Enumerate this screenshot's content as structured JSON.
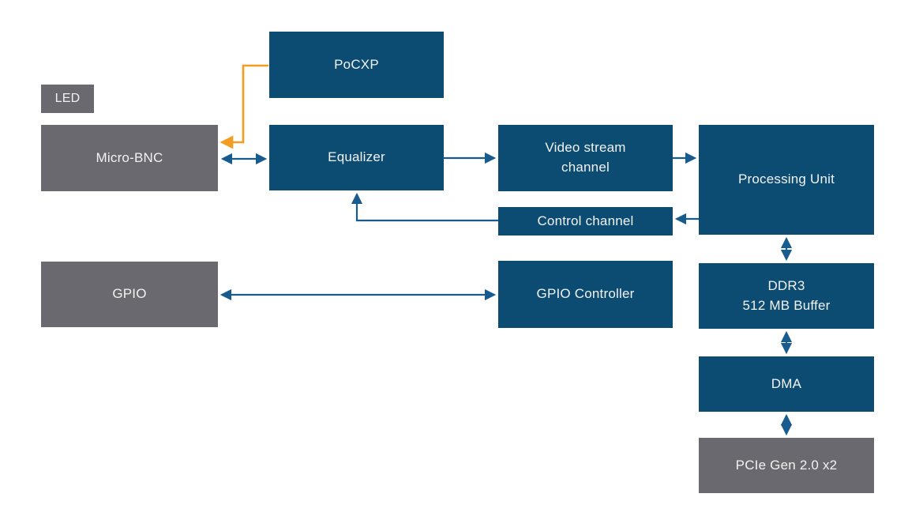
{
  "diagram": {
    "colors": {
      "module_fill": "#0d4c72",
      "io_fill": "#6a6970",
      "arrow_blue": "#185b8f",
      "arrow_orange": "#f59d20",
      "text": "#f2f2f2",
      "background": "#ffffff"
    },
    "nodes": {
      "led": {
        "label": "LED",
        "kind": "io"
      },
      "micro_bnc": {
        "label": "Micro-BNC",
        "kind": "io"
      },
      "pocxp": {
        "label": "PoCXP",
        "kind": "module"
      },
      "equalizer": {
        "label": "Equalizer",
        "kind": "module"
      },
      "video_stream_channel": {
        "label": "Video stream\nchannel",
        "kind": "module"
      },
      "control_channel": {
        "label": "Control channel",
        "kind": "module"
      },
      "processing_unit": {
        "label": "Processing Unit",
        "kind": "module"
      },
      "gpio": {
        "label": "GPIO",
        "kind": "io"
      },
      "gpio_controller": {
        "label": "GPIO Controller",
        "kind": "module"
      },
      "ddr3": {
        "label": "DDR3\n512 MB Buffer",
        "kind": "module"
      },
      "dma": {
        "label": "DMA",
        "kind": "module"
      },
      "pcie": {
        "label": "PCIe Gen 2.0 x2",
        "kind": "io"
      }
    },
    "connections": [
      {
        "from": "PoCXP",
        "to": "Micro-BNC",
        "arrow": "single",
        "color": "orange"
      },
      {
        "from": "Micro-BNC",
        "to": "Equalizer",
        "arrow": "double",
        "color": "blue"
      },
      {
        "from": "Equalizer",
        "to": "Video stream channel",
        "arrow": "single",
        "color": "blue"
      },
      {
        "from": "Video stream channel",
        "to": "Processing Unit",
        "arrow": "single",
        "color": "blue"
      },
      {
        "from": "Processing Unit",
        "to": "Control channel",
        "arrow": "single",
        "color": "blue"
      },
      {
        "from": "Control channel",
        "to": "Equalizer",
        "arrow": "single",
        "color": "blue"
      },
      {
        "from": "GPIO",
        "to": "GPIO Controller",
        "arrow": "double",
        "color": "blue"
      },
      {
        "from": "Processing Unit",
        "to": "DDR3 512 MB Buffer",
        "arrow": "double",
        "color": "blue"
      },
      {
        "from": "DDR3 512 MB Buffer",
        "to": "DMA",
        "arrow": "double",
        "color": "blue"
      },
      {
        "from": "DMA",
        "to": "PCIe Gen 2.0 x2",
        "arrow": "double",
        "color": "blue"
      }
    ]
  }
}
